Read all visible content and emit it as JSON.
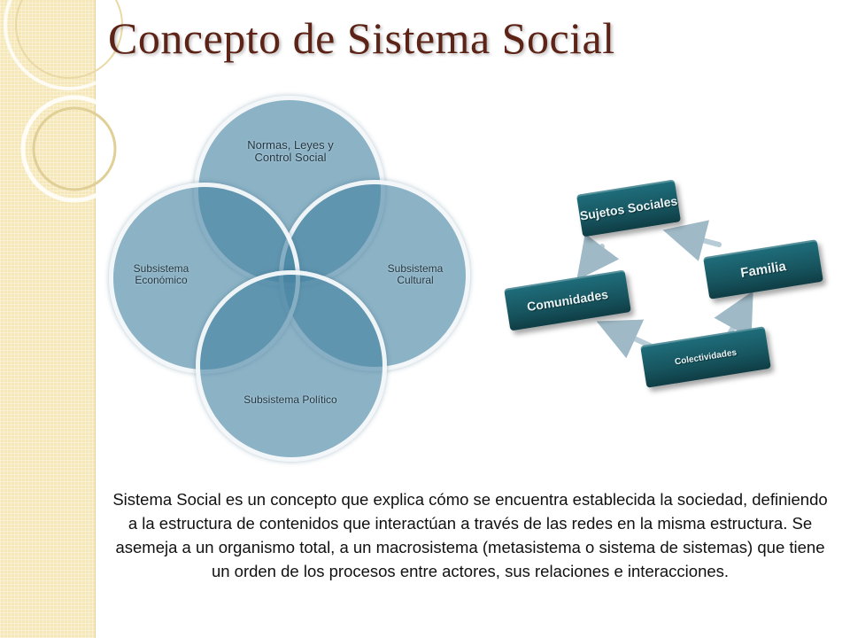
{
  "slide": {
    "title": "Concepto de Sistema Social",
    "venn": {
      "top": "Normas, Leyes  y Control Social",
      "right": "Subsistema Cultural",
      "left": "Subsistema Económico",
      "bottom": "Subsistema Político"
    },
    "cycle": {
      "sujetos": "Sujetos Sociales",
      "familia": "Familia",
      "comunidades": "Comunidades",
      "colectividades": "Colectividades"
    },
    "body": "Sistema Social es un concepto que explica cómo se encuentra establecida la sociedad, definiendo a la estructura de contenidos que interactúan a través de las redes en la misma estructura.  Se asemeja a un organismo total, a un macrosistema (metasistema o sistema de sistemas) que tiene un orden de los procesos entre actores, sus relaciones e interacciones."
  },
  "colors": {
    "title": "#5c2316",
    "circle": "#4682a2",
    "block": "#17555f",
    "strip": "#f6e7b8"
  }
}
